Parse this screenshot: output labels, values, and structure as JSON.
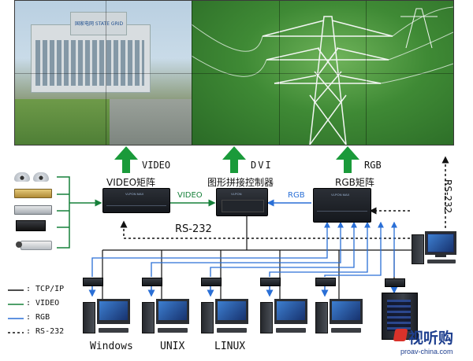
{
  "top_images": {
    "building_sign": "国家电网 STATE GRID"
  },
  "arrows_up": {
    "video_label": "VIDEO",
    "dvi_label": "DVI",
    "rgb_label": "RGB"
  },
  "devices": {
    "video_matrix": "VIDEO矩阵",
    "controller": "图形拼接控制器",
    "rgb_matrix": "RGB矩阵"
  },
  "links": {
    "video_link": "VIDEO",
    "rgb_link": "RGB",
    "rs232_main": "RS-232",
    "rs232_side": "RS-232"
  },
  "legend": {
    "tcp": ": TCP/IP",
    "video": ": VIDEO",
    "rgb": ": RGB",
    "rs232": ": RS-232"
  },
  "os_labels": {
    "windows": "Windows",
    "unix": "UNIX",
    "linux": "LINUX"
  },
  "watermark": {
    "brand": "视听购",
    "url": "proav-china.com"
  },
  "colors": {
    "green_arrow": "#1a9a3a",
    "video_line": "#16803a",
    "rgb_line": "#2a6fd6",
    "tcp_line": "#111111",
    "rs232_line": "#111111"
  }
}
